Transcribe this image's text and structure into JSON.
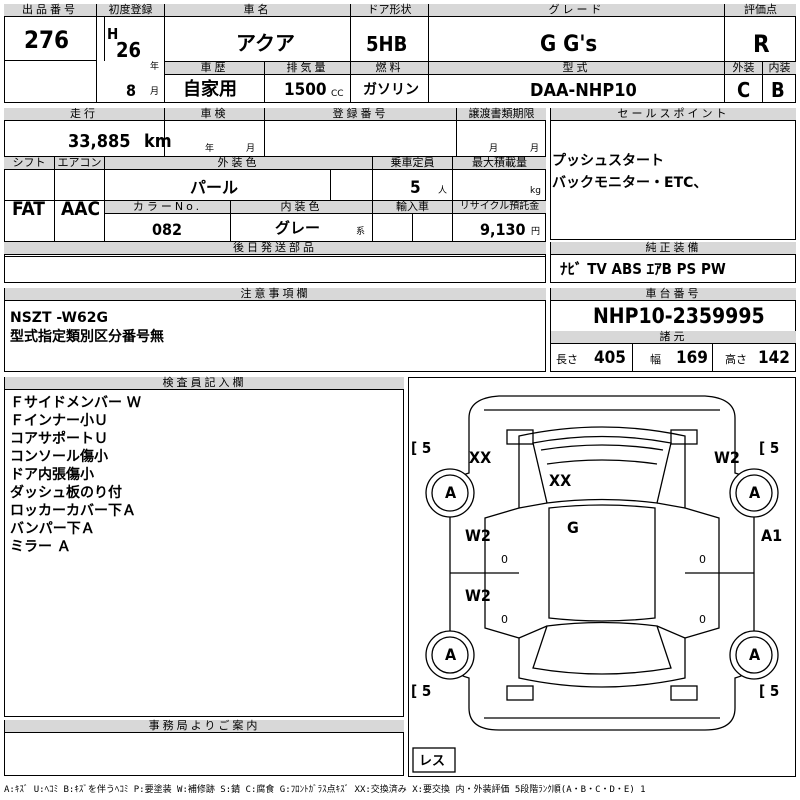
{
  "labels": {
    "lot_number": "出品番号",
    "first_reg": "初度登録",
    "car_name": "車名",
    "door_type": "ドア形状",
    "grade": "グレード",
    "score": "評価点",
    "history": "車歴",
    "displacement": "排気量",
    "fuel": "燃料",
    "model_code": "型式",
    "exterior": "外装",
    "interior": "内装",
    "mileage": "走行",
    "inspection": "車検",
    "registration_no": "登録番号",
    "transfer_deadline": "譲渡書類期限",
    "sales_points": "セールスポイント",
    "shift": "シフト",
    "aircon": "エアコン",
    "exterior_color": "外装色",
    "capacity": "乗車定員",
    "max_load": "最大積載量",
    "color_no": "カラーNo.",
    "interior_color": "内装色",
    "import": "輸入車",
    "recycle_deposit": "リサイクル預託金",
    "later_parts": "後日発送部品",
    "equipment": "純正装備",
    "notes": "注意事項欄",
    "chassis_no": "車台番号",
    "dimensions": "諸元",
    "inspector": "検査員記入欄",
    "office": "事務局よりご案内"
  },
  "units": {
    "year": "年",
    "month": "月",
    "km": "km",
    "cc": "CC",
    "persons": "人",
    "kg": "kg",
    "yen": "円",
    "kei": "系",
    "length": "長さ",
    "width": "幅",
    "height": "高さ"
  },
  "vehicle": {
    "lot_number": "276",
    "era": "H",
    "reg_year": "26",
    "reg_month": "8",
    "car_name": "アクア",
    "door_type": "5HB",
    "grade": "G G's",
    "score": "R",
    "history": "自家用",
    "displacement": "1500",
    "fuel": "ガソリン",
    "model_code": "DAA-NHP10",
    "exterior_score": "C",
    "interior_score": "B",
    "mileage": "33,885",
    "exterior_color": "パール",
    "capacity": "5",
    "shift": "FAT",
    "aircon": "AAC",
    "color_no": "082",
    "interior_color": "グレー",
    "recycle_deposit": "9,130",
    "chassis_no": "NHP10-2359995",
    "length": "405",
    "width": "169",
    "height": "142"
  },
  "sales_points": [
    "プッシュスタート",
    "バックモニター・ETC、"
  ],
  "equipment": "ﾅﾋﾞ  TV  ABS ｴｱB PS PW",
  "notes": [
    "NSZT -W62G",
    "型式指定類別区分番号無"
  ],
  "inspector_notes": [
    "Ｆサイドメンバー Ｗ",
    "Ｆインナー小Ｕ",
    "コアサポートＵ",
    "コンソール傷小",
    "ドア内張傷小",
    "ダッシュ板のり付",
    "ロッカーカバー下Ａ",
    "バンパー下Ａ",
    "ミラー Ａ"
  ],
  "diagram": {
    "tire_tl": "5",
    "tire_tr": "5",
    "tire_bl": "5",
    "tire_br": "5",
    "spare": "レス",
    "m_xx_left": "XX",
    "m_w2_right": "W2",
    "m_xx_center": "XX",
    "m_g": "G",
    "m_w2_left1": "W2",
    "m_w2_left2": "W2",
    "m_a1": "A1",
    "wheel_a": "A",
    "zero": "0"
  },
  "legend": "A:ｷｽﾞ U:ﾍｺﾐ B:ｷｽﾞを伴うﾍｺﾐ P:要塗装 W:補修跡 S:錆 C:腐食 G:ﾌﾛﾝﾄｶﾞﾗｽ点ｷｽﾞ XX:交換済み X:要交換  内・外装評価  5段階ﾗﾝｸ順(A・B・C・D・E) 1"
}
